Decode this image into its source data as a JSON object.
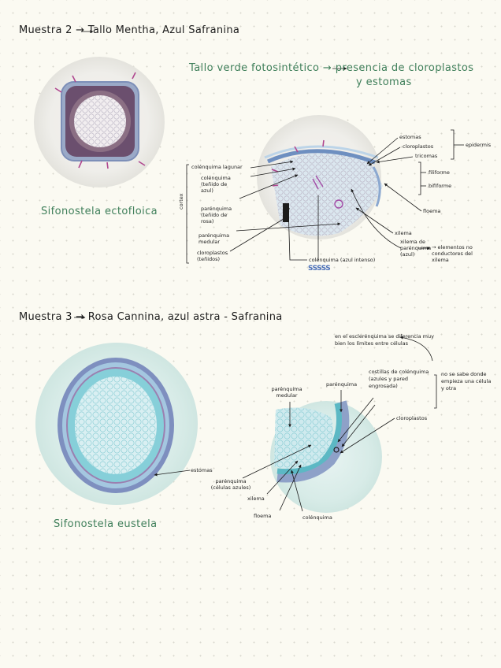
{
  "sample2": {
    "title": "Muestra 2 → Tallo Mentha, Azul Safranina",
    "subtitle_line1": "Tallo verde fotosintético → presencia de cloroplastos",
    "subtitle_line2": "y estomas",
    "caption": "Sifonostela ectofloica",
    "labels": {
      "colenquima_lagunar": "colénquima lagunar",
      "colenquima_tenido": "colénquima (teñido de azul)",
      "parenquima_rosa": "parénquima (teñido de rosa)",
      "parenquima_medular": "parénquima medular",
      "cloroplastos_tenidos": "cloroplastos (teñidos)",
      "cortex": "cortex",
      "estomas": "estomas",
      "cloroplastos": "cloroplastos",
      "tricomas": "tricomas",
      "epidermis": "epidermis",
      "filiforme": "filiforme",
      "bififorme": "bififorme",
      "floema": "floema",
      "xilema": "xilema",
      "xilema_parenquima": "xilema de parénquima (azul)",
      "elementos": "→ elementos no conductores del xilema",
      "colenquima_azul_intenso": "colénquima (azul intenso)",
      "scribble": "SSSSS"
    }
  },
  "sample3": {
    "title": "Muestra 3 → Rosa Cannina, azul astra - Safranina",
    "caption": "Sifonostela eustela",
    "labels": {
      "esclerenquima_note": "en el esclerénquima se diferencia muy bien los límites entre células",
      "parenquima_medular": "parénquima medular",
      "parenquima": "parénquima",
      "costillas": "costillas de colénquima (azules y pared engrosada)",
      "no_se_sabe": "no se sabe donde empieza una célula y otra",
      "cloroplastos": "cloroplastos",
      "estomas": "estomas",
      "parenquima_azules": "parénquima (células azules)",
      "xilema": "xilema",
      "floema": "floema",
      "colenquima": "colénquima"
    }
  },
  "colors": {
    "paper": "#fbfaf2",
    "green_ink": "#3f7f5a",
    "stain_blue": "#6fc3cf",
    "stain_pink": "#a64b8f",
    "scribble_blue": "#4a6fb8"
  }
}
